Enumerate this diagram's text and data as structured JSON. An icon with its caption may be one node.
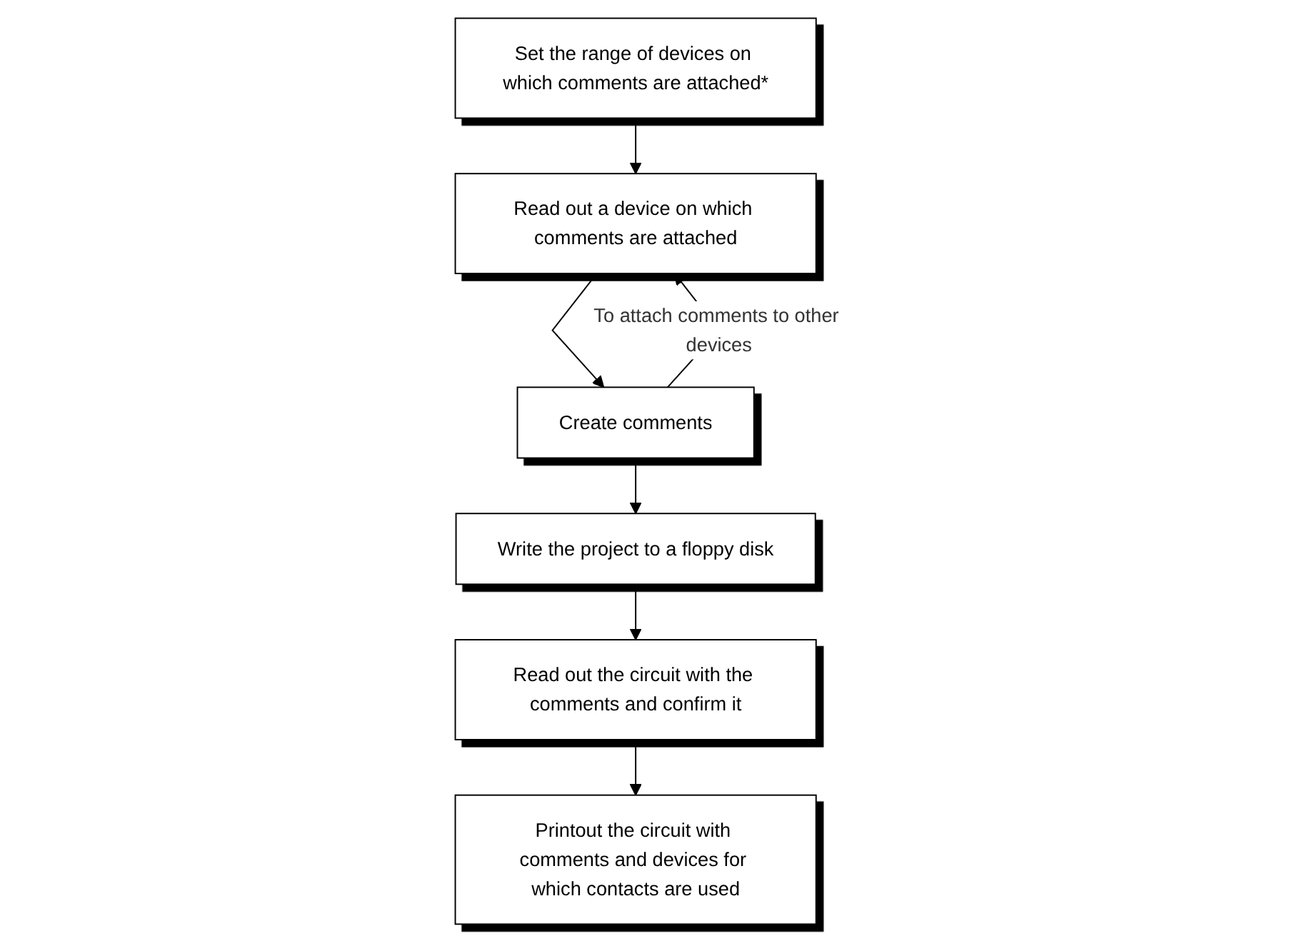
{
  "diagram": {
    "nodes": [
      {
        "text": [
          "Set the range of devices on which comments are attached*"
        ]
      },
      {
        "text": [
          "Read out a device on which comments are attached"
        ]
      },
      {
        "text": [
          "Create comments"
        ]
      },
      {
        "text": [
          "Write the project to a floppy disk"
        ]
      },
      {
        "text": [
          "Read out the circuit with the comments and confirm it"
        ]
      },
      {
        "text": [
          "Printout the circuit with comments and devices for which contacts are used"
        ]
      }
    ],
    "edges": [
      {
        "from": 0,
        "to": 1,
        "arrow": "to"
      },
      {
        "from": 1,
        "to": 2,
        "arrow": "to"
      },
      {
        "from": 2,
        "to": 1,
        "arrow": "to",
        "label": "To attach comments to other devices"
      },
      {
        "from": 2,
        "to": 3,
        "arrow": "to"
      },
      {
        "from": 3,
        "to": 4,
        "arrow": "to"
      },
      {
        "from": 4,
        "to": 5,
        "arrow": "to"
      }
    ]
  }
}
